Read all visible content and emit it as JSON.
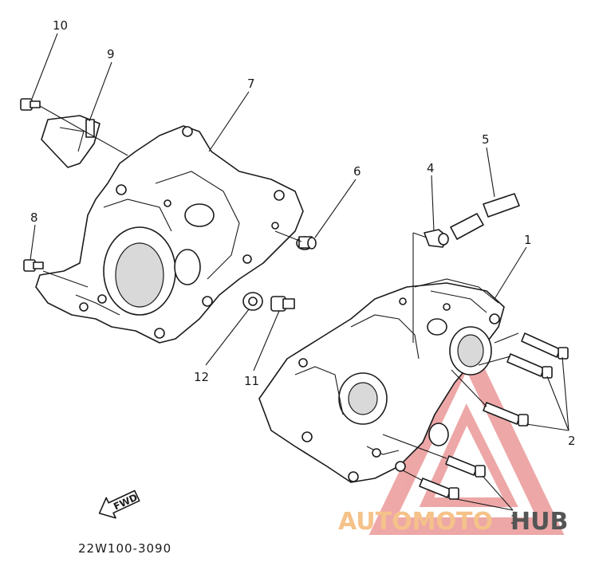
{
  "diagram": {
    "callouts": [
      {
        "id": "c1",
        "label": "1"
      },
      {
        "id": "c2",
        "label": "2"
      },
      {
        "id": "c3",
        "label": "3"
      },
      {
        "id": "c4",
        "label": "4"
      },
      {
        "id": "c5",
        "label": "5"
      },
      {
        "id": "c6",
        "label": "6"
      },
      {
        "id": "c7",
        "label": "7"
      },
      {
        "id": "c8",
        "label": "8"
      },
      {
        "id": "c9",
        "label": "9"
      },
      {
        "id": "c10",
        "label": "10"
      },
      {
        "id": "c11",
        "label": "11"
      },
      {
        "id": "c12",
        "label": "12"
      }
    ],
    "fwd_label": "FWD",
    "drawing_code": "22W100-3090"
  },
  "watermark": {
    "text_a": "AUTOMOTO",
    "text_b": "HUB",
    "color_a": "#f5c28a",
    "color_b": "#555555",
    "triangle_color": "#e06060"
  }
}
